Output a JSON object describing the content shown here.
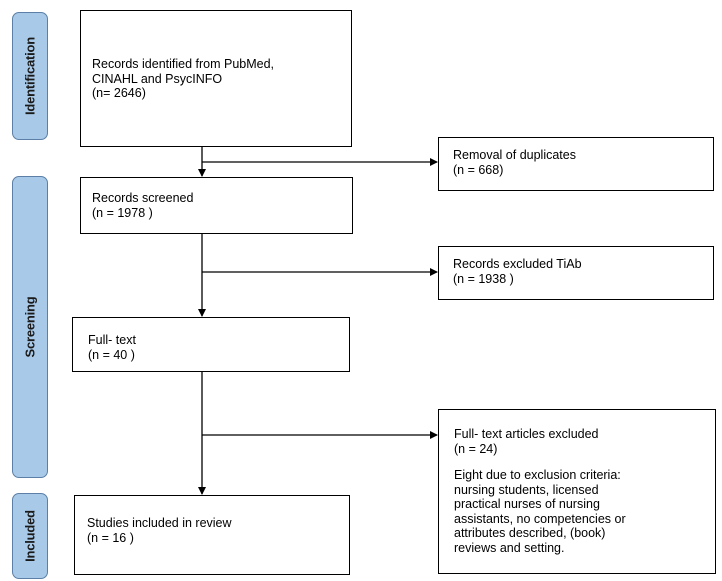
{
  "phases": {
    "identification": "Identification",
    "screening": "Screening",
    "included": "Included"
  },
  "boxes": {
    "identified": {
      "line1": "Records identified from PubMed,",
      "line2": "CINAHL and PsycINFO",
      "line3": "(n= 2646)"
    },
    "duplicates": {
      "line1": "Removal of duplicates",
      "line2": "(n = 668)"
    },
    "screened": {
      "line1": "Records screened",
      "line2": "(n = 1978 )"
    },
    "excluded_tiab": {
      "line1": "Records excluded TiAb",
      "line2": "(n = 1938 )"
    },
    "fulltext": {
      "line1": "Full- text",
      "line2": "(n = 40 )"
    },
    "fulltext_excluded": {
      "line1": "Full- text articles excluded",
      "line2": "(n = 24)",
      "note1": "Eight due to exclusion criteria:",
      "note2": "nursing students, licensed",
      "note3": "practical nurses of nursing",
      "note4": "assistants, no competencies or",
      "note5": "attributes described, (book)",
      "note6": "reviews and setting."
    },
    "included": {
      "line1": "Studies included in review",
      "line2": "(n = 16 )"
    }
  }
}
